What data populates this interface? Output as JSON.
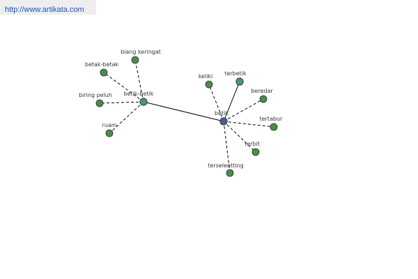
{
  "source": {
    "url_text": "http://www.artikata.com"
  },
  "graph": {
    "colors": {
      "node_stroke": "#1f3320",
      "edge": "#000000",
      "center": "#4f5d9a",
      "hub": "#4a9090",
      "leaf": "#4f8a4a"
    },
    "nodes": [
      {
        "id": "betik",
        "label": "betik",
        "kind": "center"
      },
      {
        "id": "betik-betik",
        "label": "betik-betik",
        "kind": "hub"
      },
      {
        "id": "terbetik",
        "label": "terbetik",
        "kind": "hub"
      },
      {
        "id": "biang keringat",
        "label": "biang keringat",
        "kind": "leaf"
      },
      {
        "id": "betak-betak",
        "label": "betak-betak",
        "kind": "leaf"
      },
      {
        "id": "biring peluh",
        "label": "biring peluh",
        "kind": "leaf"
      },
      {
        "id": "ruam",
        "label": "ruam",
        "kind": "leaf"
      },
      {
        "id": "keliki",
        "label": "keliki",
        "kind": "leaf"
      },
      {
        "id": "beredar",
        "label": "beredar",
        "kind": "leaf"
      },
      {
        "id": "tertabur",
        "label": "tertabur",
        "kind": "leaf"
      },
      {
        "id": "terbit",
        "label": "terbit",
        "kind": "leaf"
      },
      {
        "id": "terselentting",
        "label": "terselentting",
        "kind": "leaf"
      }
    ],
    "edges": [
      {
        "from": "betik",
        "to": "betik-betik",
        "style": "solid"
      },
      {
        "from": "betik",
        "to": "terbetik",
        "style": "solid"
      },
      {
        "from": "betik",
        "to": "keliki",
        "style": "dashed"
      },
      {
        "from": "betik",
        "to": "beredar",
        "style": "dashed"
      },
      {
        "from": "betik",
        "to": "tertabur",
        "style": "dashed"
      },
      {
        "from": "betik",
        "to": "terbit",
        "style": "dashed"
      },
      {
        "from": "betik",
        "to": "terselentting",
        "style": "dashed"
      },
      {
        "from": "betik-betik",
        "to": "biang keringat",
        "style": "dashed"
      },
      {
        "from": "betik-betik",
        "to": "betak-betak",
        "style": "dashed"
      },
      {
        "from": "betik-betik",
        "to": "biring peluh",
        "style": "dashed"
      },
      {
        "from": "betik-betik",
        "to": "ruam",
        "style": "dashed"
      }
    ]
  }
}
